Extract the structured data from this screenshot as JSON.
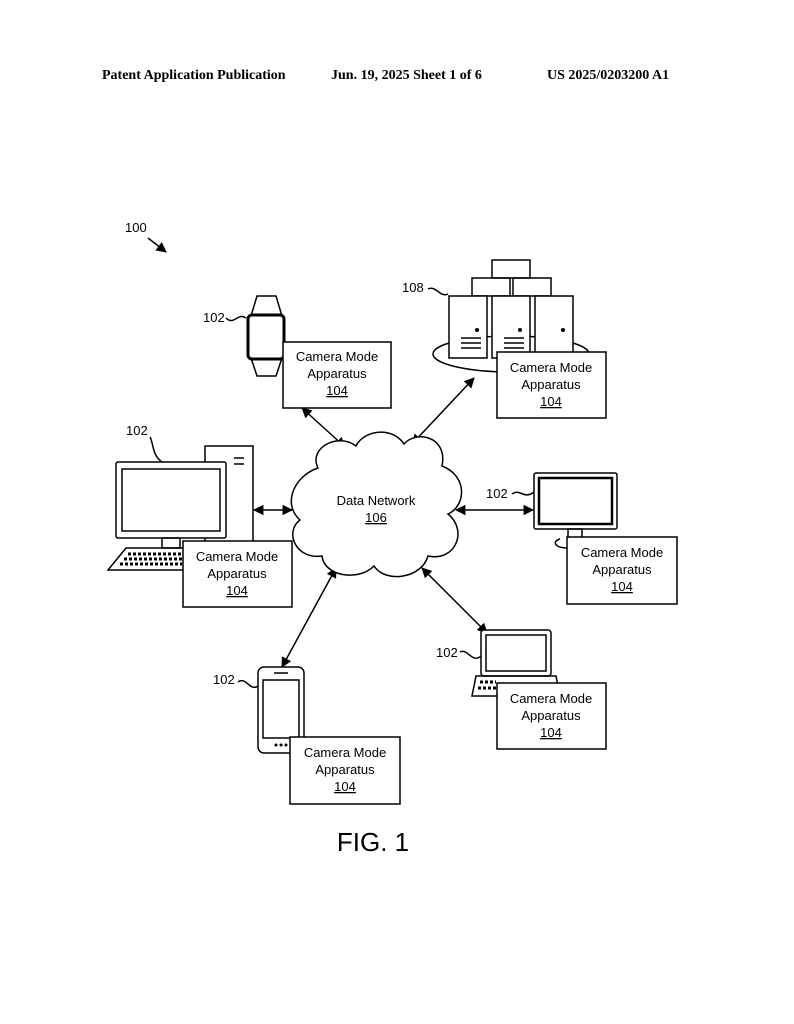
{
  "header": {
    "left": "Patent Application Publication",
    "middle": "Jun. 19, 2025  Sheet 1 of 6",
    "right": "US 2025/0203200 A1"
  },
  "diagram": {
    "system_ref": "100",
    "network": {
      "label": "Data Network",
      "ref": "106"
    },
    "server_ref": "108",
    "device_ref": "102",
    "apparatus": {
      "line1": "Camera Mode",
      "line2": "Apparatus",
      "ref": "104"
    }
  },
  "figure_label": "FIG. 1"
}
